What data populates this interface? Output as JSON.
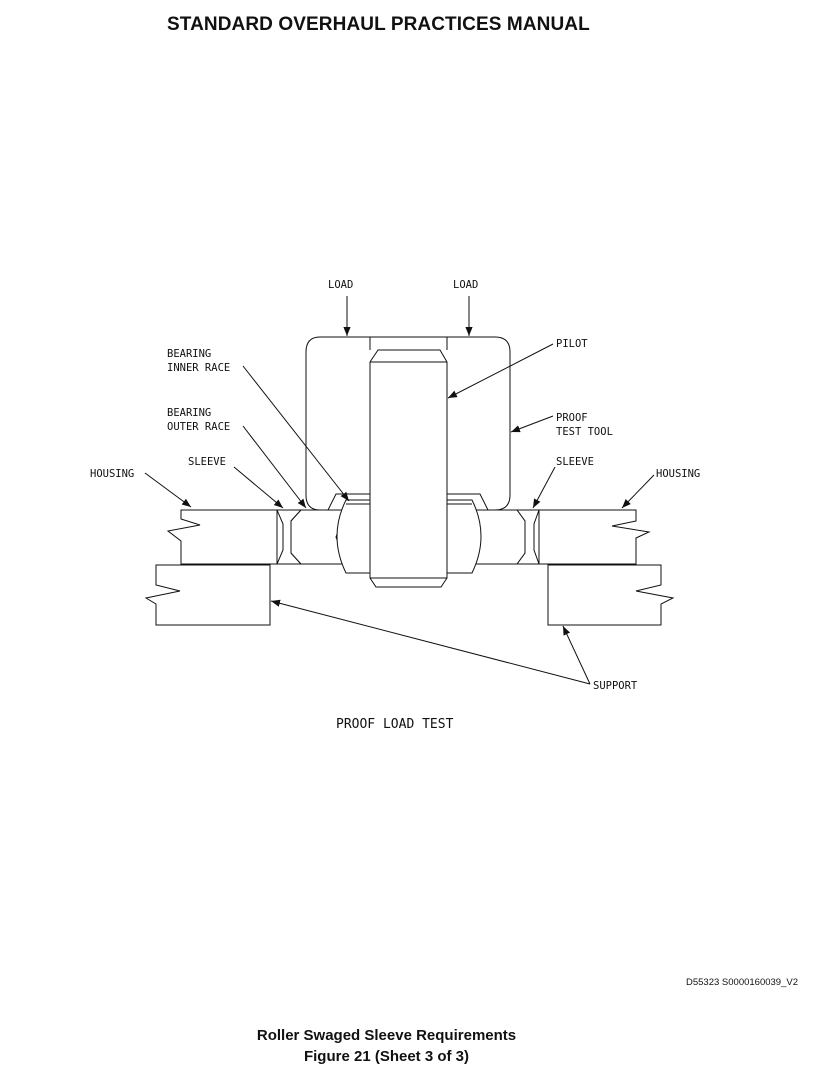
{
  "header": {
    "title": "STANDARD OVERHAUL PRACTICES MANUAL"
  },
  "diagram": {
    "labels": {
      "load_left": "LOAD",
      "load_right": "LOAD",
      "pilot": "PILOT",
      "bearing_inner_race_1": "BEARING",
      "bearing_inner_race_2": "INNER RACE",
      "bearing_outer_race_1": "BEARING",
      "bearing_outer_race_2": "OUTER RACE",
      "proof_test_tool_1": "PROOF",
      "proof_test_tool_2": "TEST TOOL",
      "housing_left": "HOUSING",
      "housing_right": "HOUSING",
      "sleeve_left": "SLEEVE",
      "sleeve_right": "SLEEVE",
      "support": "SUPPORT"
    },
    "caption": "PROOF LOAD TEST"
  },
  "footer": {
    "doc_id": "D55323 S0000160039_V2",
    "figure_title": "Roller Swaged Sleeve Requirements",
    "figure_number": "Figure 21  (Sheet 3 of 3)"
  }
}
